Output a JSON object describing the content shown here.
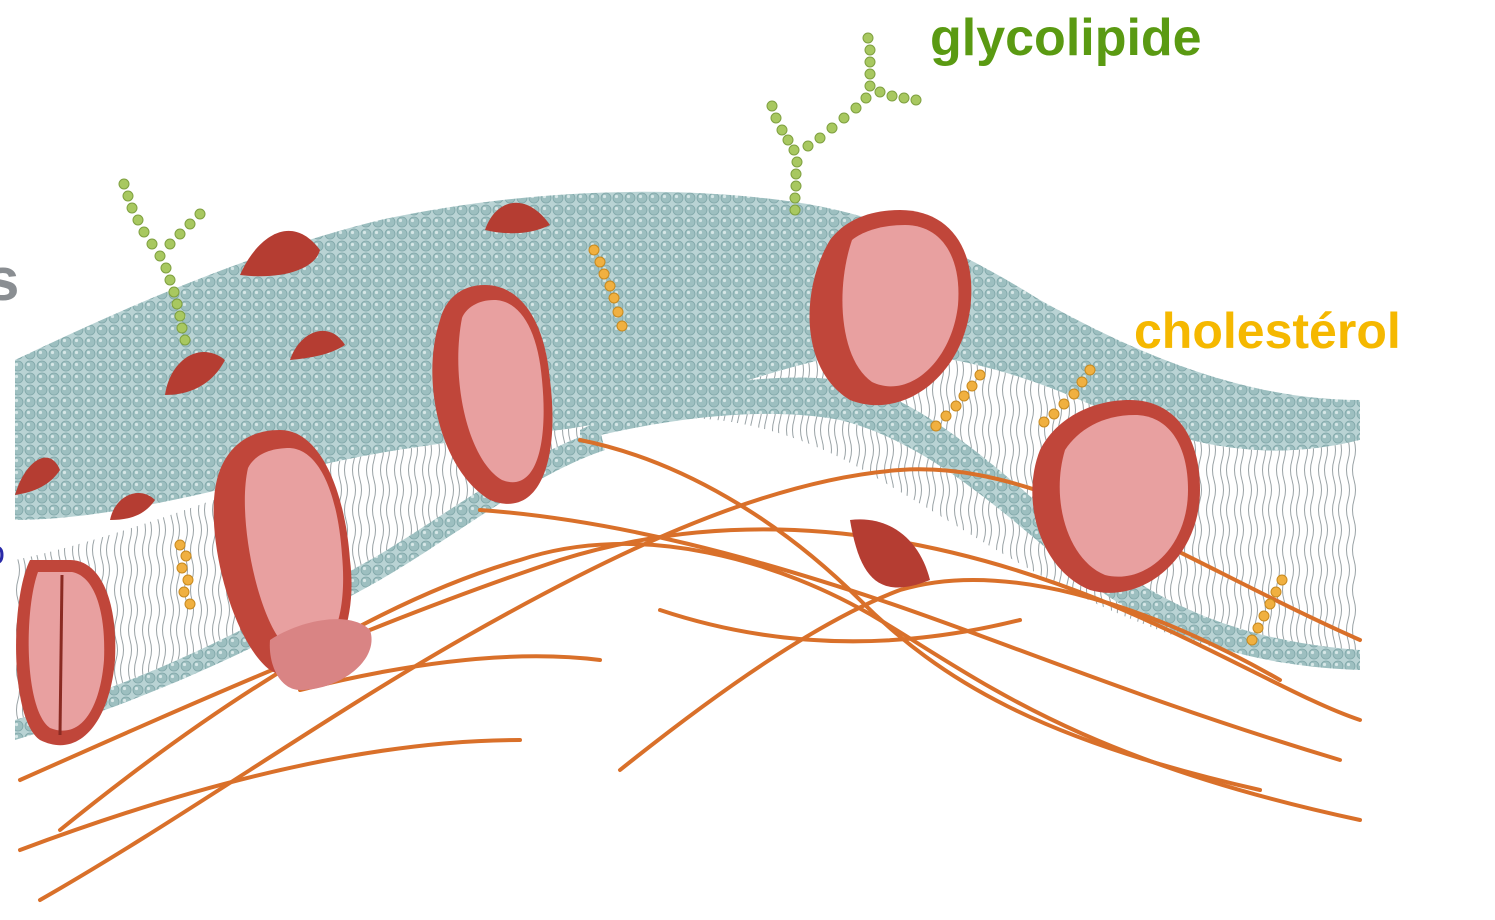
{
  "labels": {
    "glycolipide": "glycolipide",
    "cholesterol": "cholestérol",
    "cut_left_top": "s",
    "cut_left_bottom": "o"
  },
  "colors": {
    "glycolipide_label": "#5a9a12",
    "cholesterol_label": "#f5b800",
    "phospholipid_head": "#a9c8c9",
    "protein": "#c0463a",
    "protein_face": "#e8a0a0",
    "cytoskeleton": "#d9702a",
    "glycan": "#a8c860",
    "cholesterol_molecule": "#f0b040"
  },
  "icons": {
    "glycolipide": "glycan-chain-icon",
    "cholesterol": "cholesterol-ring-icon",
    "protein": "membrane-protein-icon",
    "cytoskeleton": "filament-icon"
  }
}
